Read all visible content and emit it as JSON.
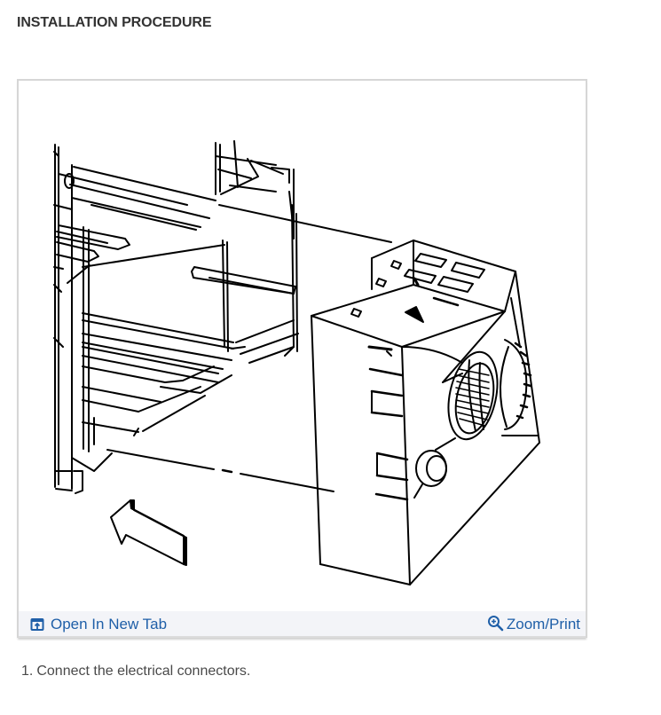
{
  "section": {
    "title": "INSTALLATION PROCEDURE"
  },
  "figure": {
    "description": "Line drawing: heater/AC control module being inserted into instrument panel bracket, arrow indicating direction of installation",
    "footer": {
      "open_tab_label": "Open In New Tab",
      "open_tab_icon": "open-in-new-tab-icon",
      "zoom_print_label": "Zoom/Print",
      "zoom_print_icon": "zoom-in-icon"
    }
  },
  "steps": [
    {
      "number": "1.",
      "text": "Connect the electrical connectors."
    }
  ],
  "colors": {
    "title": "#333333",
    "link": "#1f5fa8",
    "footer_bg": "#f3f4f8",
    "border": "#d6d6d6",
    "body_text": "#4a4a4a"
  }
}
